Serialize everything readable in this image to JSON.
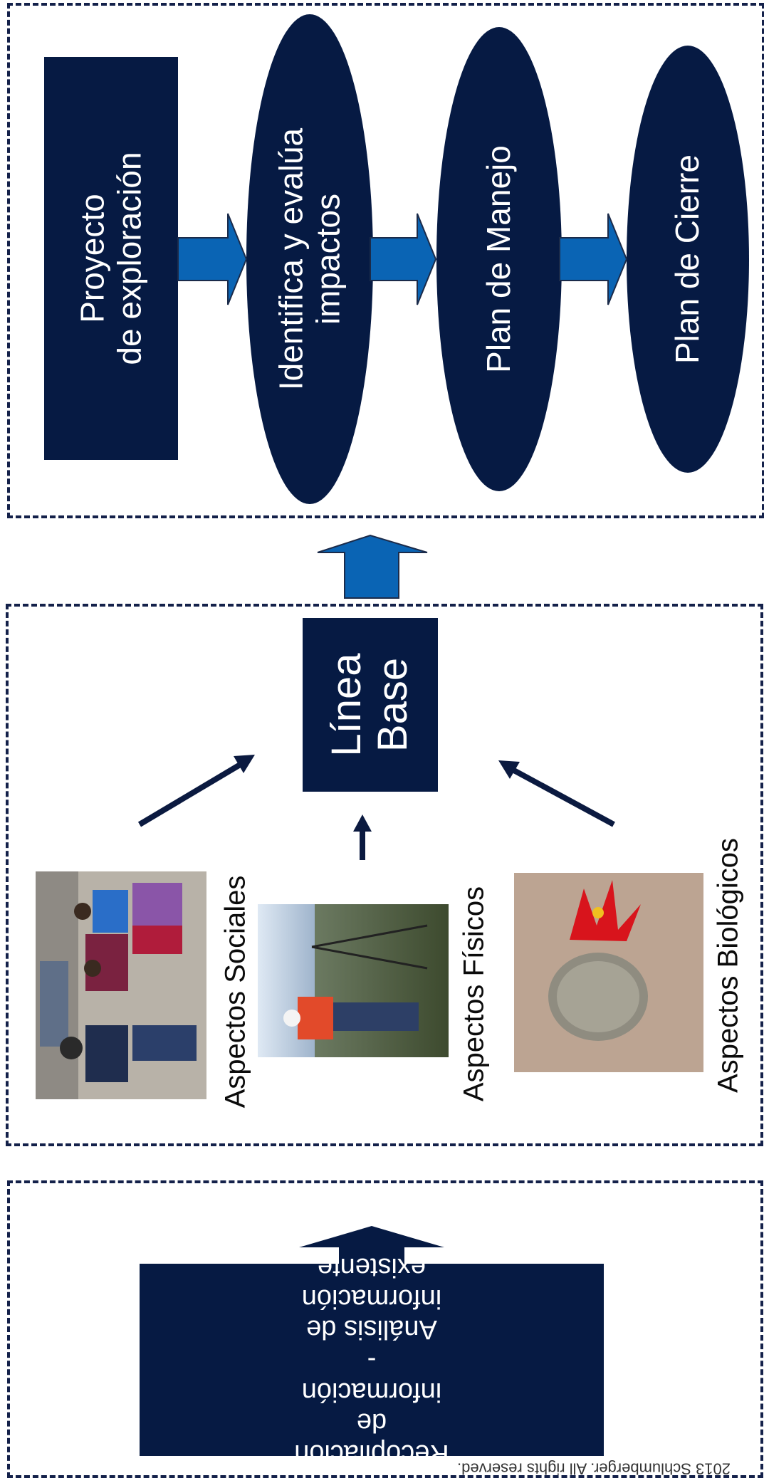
{
  "top": {
    "project_box": [
      "Proyecto",
      "de exploración"
    ],
    "impacts_ellipse": [
      "Identifica y evalúa",
      "impactos"
    ],
    "management_ellipse": "Plan de Manejo",
    "closure_ellipse": "Plan de Cierre"
  },
  "middle": {
    "baseline_box": [
      "Línea",
      "Base"
    ],
    "social_label": "Aspectos Sociales",
    "physical_label": "Aspectos Físicos",
    "biological_label": "Aspectos Biológicos"
  },
  "bottom": {
    "info_box": [
      "Recopilación",
      "de",
      "información",
      "-",
      "Análisis de",
      "información",
      "existente"
    ]
  },
  "footer": {
    "copyright": "2013 Schlumberger. All rights reserved."
  },
  "colors": {
    "navy": "#061a43",
    "arrow_blue": "#0a64b4",
    "dashed_border": "#14214a"
  }
}
